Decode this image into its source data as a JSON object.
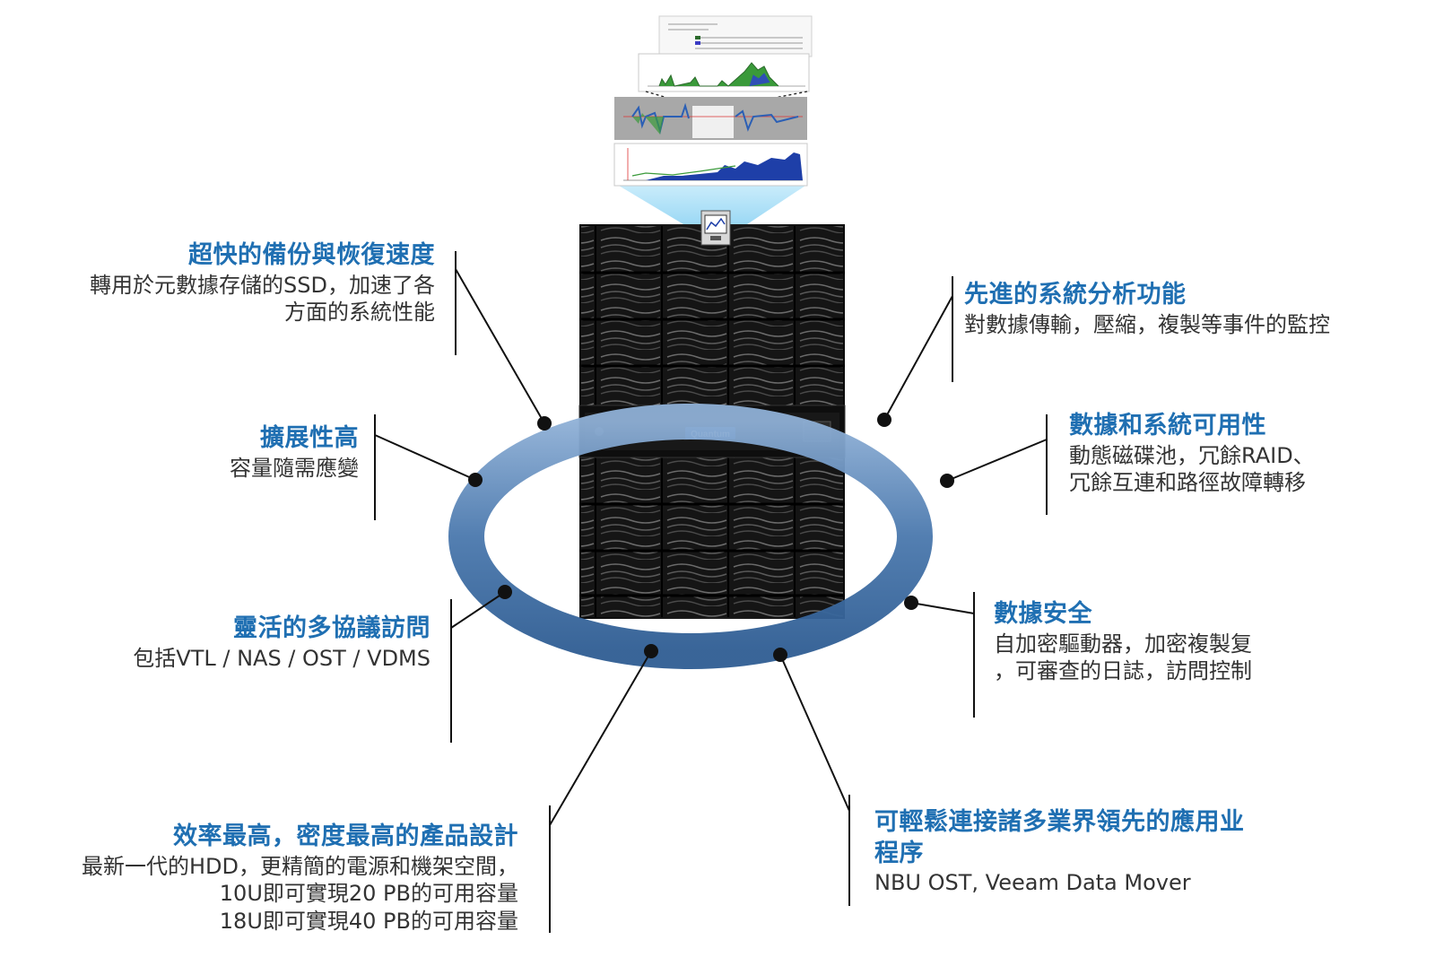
{
  "brand": {
    "name": "Quantum",
    "accent_color": "#1f6fb2",
    "ring_color": "#3f6ea3",
    "text_color": "#333333"
  },
  "features": [
    {
      "id": "backup-speed",
      "title": "超快的備份與恢復速度",
      "desc": [
        "轉用於元數據存儲的SSD，加速了各",
        "方面的系統性能"
      ]
    },
    {
      "id": "scalability",
      "title": "擴展性高",
      "desc": [
        "容量隨需應變"
      ]
    },
    {
      "id": "protocol-access",
      "title": "靈活的多協議訪問",
      "desc": [
        "包括VTL / NAS / OST / VDMS"
      ]
    },
    {
      "id": "efficiency",
      "title": "效率最高，密度最高的產品設計",
      "desc": [
        "最新一代的HDD，更精簡的電源和機架空間，",
        "10U即可實現20 PB的可用容量",
        "18U即可實現40 PB的可用容量"
      ]
    },
    {
      "id": "analytics",
      "title": "先進的系統分析功能",
      "desc": [
        "對數據傳輸，壓縮，複製等事件的監控"
      ]
    },
    {
      "id": "availability",
      "title": "數據和系統可用性",
      "desc": [
        "動態磁碟池，冗餘RAID、",
        "冗餘互連和路徑故障轉移"
      ]
    },
    {
      "id": "security",
      "title": "數據安全",
      "desc": [
        "自加密驅動器，加密複製复",
        "，可審查的日誌，訪問控制"
      ]
    },
    {
      "id": "app-integration",
      "title": "可輕鬆連接諸多業界領先的應用业",
      "title2": "程序",
      "desc": [
        "NBU OST, Veeam Data Mover"
      ]
    }
  ]
}
